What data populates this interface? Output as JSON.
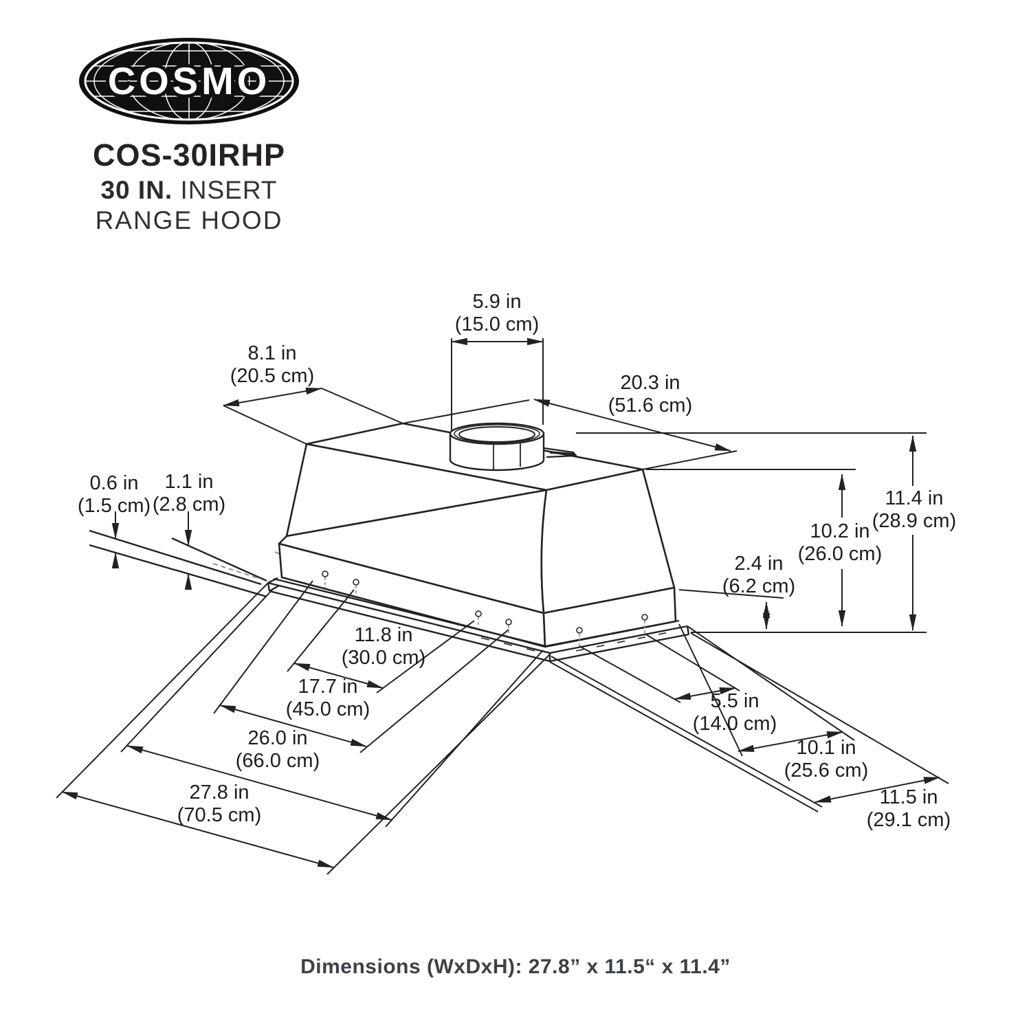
{
  "logo": {
    "brand": "COSMO",
    "model": "COS-30IRHP",
    "subtitle_bold": "30 IN.",
    "subtitle_light": " INSERT",
    "subtitle_line2": "RANGE HOOD"
  },
  "footer": {
    "dimensions_label": "Dimensions (WxDxH): 27.8” x 11.5“ x 11.4”"
  },
  "dims": {
    "duct_width": {
      "in": "5.9 in",
      "cm": "(15.0 cm)"
    },
    "top_depth_left": {
      "in": "8.1 in",
      "cm": "(20.5 cm)"
    },
    "top_width": {
      "in": "20.3 in",
      "cm": "(51.6 cm)"
    },
    "lip_thickness": {
      "in": "0.6 in",
      "cm": "(1.5 cm)"
    },
    "reveal_height": {
      "in": "1.1 in",
      "cm": "(2.8 cm)"
    },
    "total_height": {
      "in": "11.4 in",
      "cm": "(28.9 cm)"
    },
    "body_height": {
      "in": "10.2 in",
      "cm": "(26.0 cm)"
    },
    "base_height": {
      "in": "2.4 in",
      "cm": "(6.2 cm)"
    },
    "hole_spacing_width": {
      "in": "11.8 in",
      "cm": "(30.0 cm)"
    },
    "hole_span_width": {
      "in": "17.7 in",
      "cm": "(45.0 cm)"
    },
    "inner_width": {
      "in": "26.0 in",
      "cm": "(66.0 cm)"
    },
    "overall_width": {
      "in": "27.8 in",
      "cm": "(70.5 cm)"
    },
    "hole_spacing_depth": {
      "in": "5.5 in",
      "cm": "(14.0 cm)"
    },
    "inner_depth": {
      "in": "10.1 in",
      "cm": "(25.6 cm)"
    },
    "overall_depth": {
      "in": "11.5 in",
      "cm": "(29.1 cm)"
    }
  },
  "colors": {
    "ink": "#232122",
    "dim_line": "#222222",
    "label_text": "#1b1c1e"
  }
}
